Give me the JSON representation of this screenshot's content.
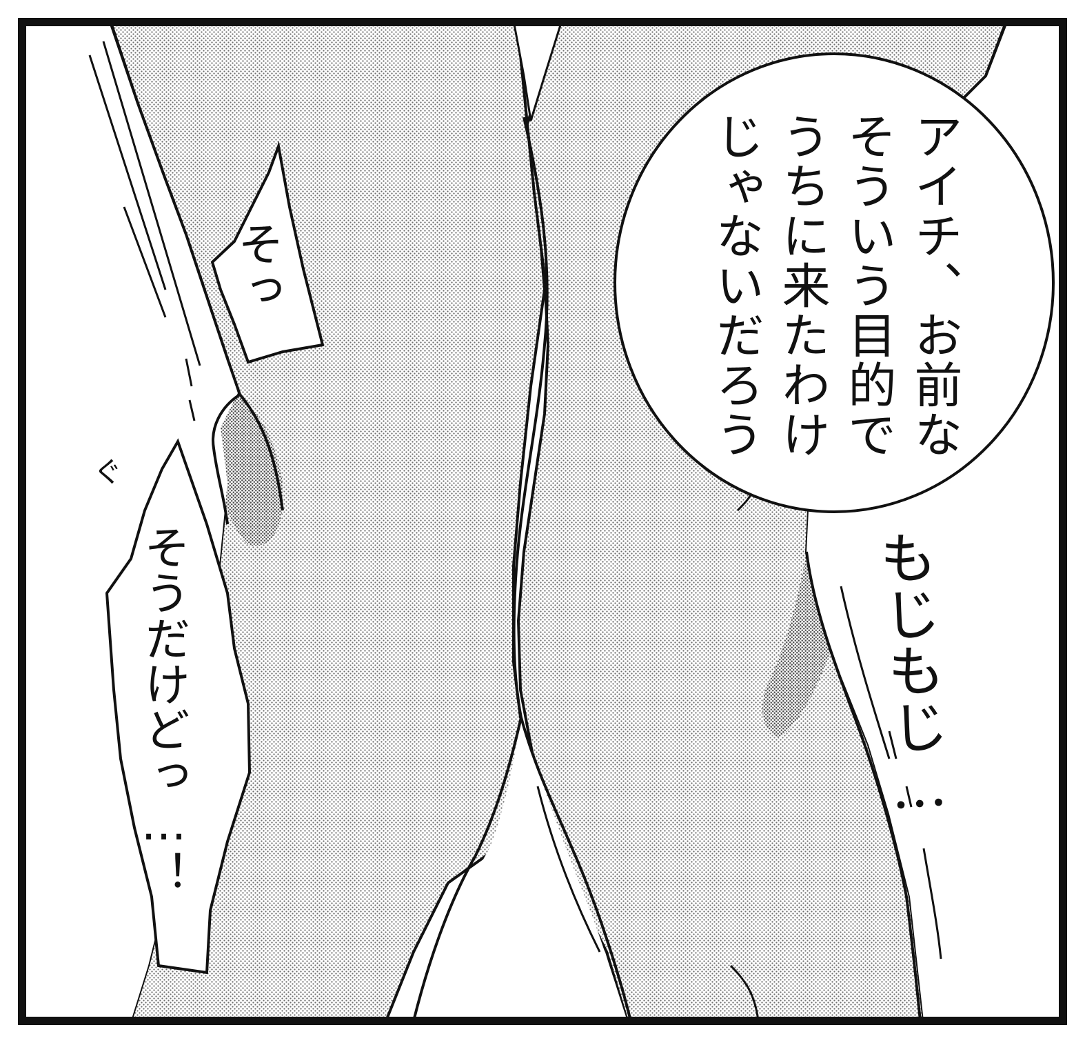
{
  "panel": {
    "speech_bubble_text": "アイチ、お前なそういう目的でうちに来たわけじゃないだろう",
    "speech_bubble_lines": [
      "アイチ、お前な",
      "そういう目的で",
      "うちに来たわけ",
      "じゃないだろう"
    ],
    "shout_1": "そっ",
    "shout_2": "そうだけどっ…！",
    "sfx_mojimoji": "もじもじ…",
    "sfx_small": "ぐ"
  },
  "colors": {
    "ink": "#111111",
    "paper": "#ffffff",
    "screentone": "#bfbfbf"
  }
}
